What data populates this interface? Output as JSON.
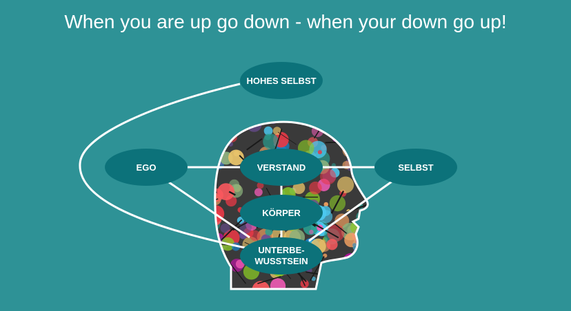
{
  "title": "When you are up go down - when your down go up!",
  "colors": {
    "background": "#2E9296",
    "node_fill": "#0C727A",
    "line": "#FFFFFF",
    "head_fill": "#3A3A3A"
  },
  "nodes": {
    "hohes_selbst": {
      "lines": [
        "HOHES SELBST"
      ]
    },
    "ego": {
      "lines": [
        "EGO"
      ]
    },
    "verstand": {
      "lines": [
        "VERSTAND"
      ]
    },
    "selbst": {
      "lines": [
        "SELBST"
      ]
    },
    "koerper": {
      "lines": [
        "KÖRPER"
      ]
    },
    "unterbewusstsein": {
      "lines": [
        "UNTERBE-",
        "WUSSTSEIN"
      ]
    }
  },
  "edges": [
    [
      "ego",
      "verstand"
    ],
    [
      "verstand",
      "selbst"
    ],
    [
      "verstand",
      "koerper"
    ],
    [
      "koerper",
      "unterbewusstsein"
    ],
    [
      "ego",
      "unterbewusstsein"
    ],
    [
      "selbst",
      "unterbewusstsein"
    ],
    [
      "hohes_selbst",
      "unterbewusstsein"
    ]
  ]
}
